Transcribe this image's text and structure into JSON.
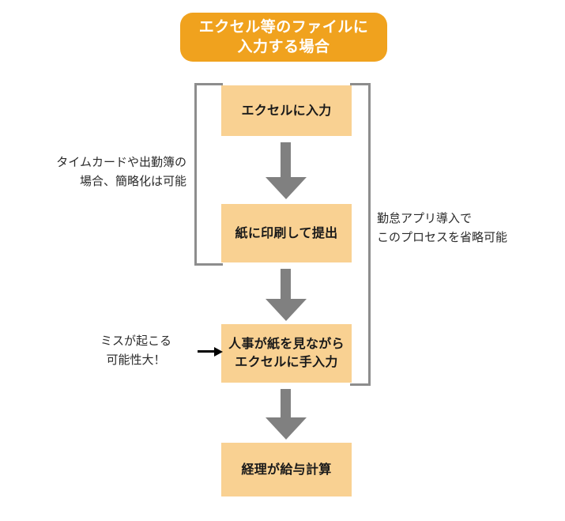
{
  "banner": {
    "lines": [
      "エクセル等のファイルに",
      "入力する場合"
    ],
    "color": "#f0a21e",
    "text_color": "#ffffff"
  },
  "flow": {
    "box_color": "#f9d192",
    "arrow_color": "#808080",
    "bracket_color": "#8d8d8d",
    "steps": [
      {
        "id": "excel-input",
        "lines": [
          "エクセルに入力"
        ]
      },
      {
        "id": "print-submit",
        "lines": [
          "紙に印刷して提出"
        ]
      },
      {
        "id": "hr-manual-entry",
        "lines": [
          "人事が紙を見ながら",
          "エクセルに手入力"
        ]
      },
      {
        "id": "payroll-calc",
        "lines": [
          "経理が給与計算"
        ]
      }
    ]
  },
  "annotations": {
    "left": {
      "lines": [
        "タイムカードや出勤簿の",
        "場合、簡略化は可能"
      ]
    },
    "right": {
      "lines": [
        "勤怠アプリ導入で",
        "このプロセスを省略可能"
      ]
    },
    "mistake": {
      "lines": [
        "ミスが起こる",
        "可能性大！"
      ]
    }
  }
}
